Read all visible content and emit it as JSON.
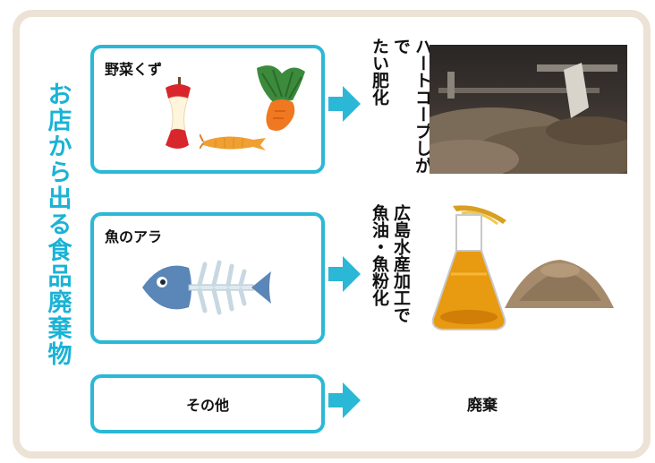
{
  "title": "お店から出る食品廃棄物",
  "rows": [
    {
      "source": "野菜くず",
      "process": [
        "ハートコープ",
        "たい肥化"
      ],
      "process_suffix": "しがで"
    },
    {
      "source": "魚のアラ",
      "process": [
        "広島水産加工で",
        "魚油・魚粉化"
      ]
    },
    {
      "source": "その他",
      "process": [
        "廃棄"
      ]
    }
  ],
  "colors": {
    "accent": "#2bb8d6",
    "frame": "#ece2d5",
    "title": "#1ab3d5"
  },
  "icons": [
    "apple-core-icon",
    "vegetable-icon",
    "shrimp-icon",
    "compost-photo",
    "fish-bone-icon",
    "oil-flask-icon",
    "fish-meal-icon",
    "right-arrow-icon"
  ]
}
